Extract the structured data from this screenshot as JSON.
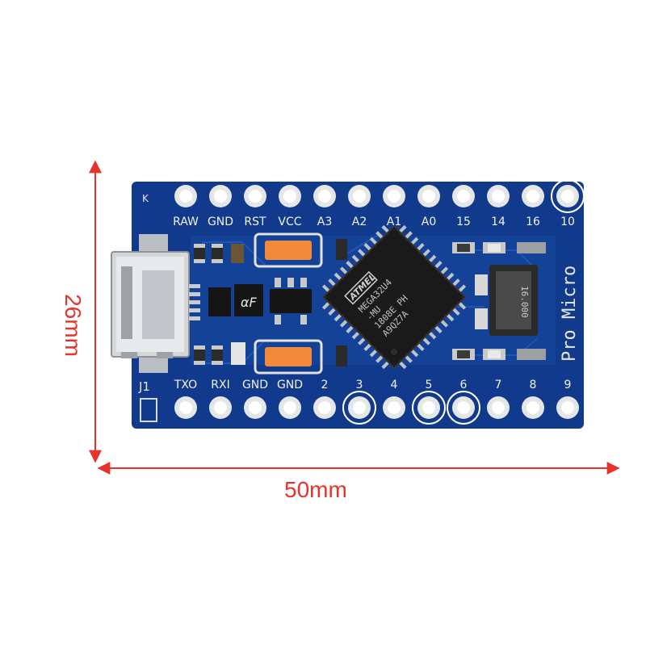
{
  "dimensions": {
    "width_label": "50mm",
    "height_label": "26mm",
    "arrow_color": "#e8332a"
  },
  "board": {
    "name": "Pro Micro",
    "pcb_color": "#123a8c",
    "top_pins": [
      "RAW",
      "GND",
      "RST",
      "VCC",
      "A3",
      "A2",
      "A1",
      "A0",
      "15",
      "14",
      "16",
      "10"
    ],
    "bottom_pins": [
      "TXO",
      "RXI",
      "GND",
      "GND",
      "2",
      "3",
      "4",
      "5",
      "6",
      "7",
      "8",
      "9"
    ],
    "corner_marks": {
      "top_left": "K",
      "bottom_left": "J1"
    },
    "chip": {
      "brand": "ATMEL",
      "lines": [
        "MEGA32U4",
        "-MU",
        "1808E PH",
        "A9QZ7A"
      ]
    },
    "regulator_mark": "αF",
    "crystal_mark": "16.000"
  }
}
